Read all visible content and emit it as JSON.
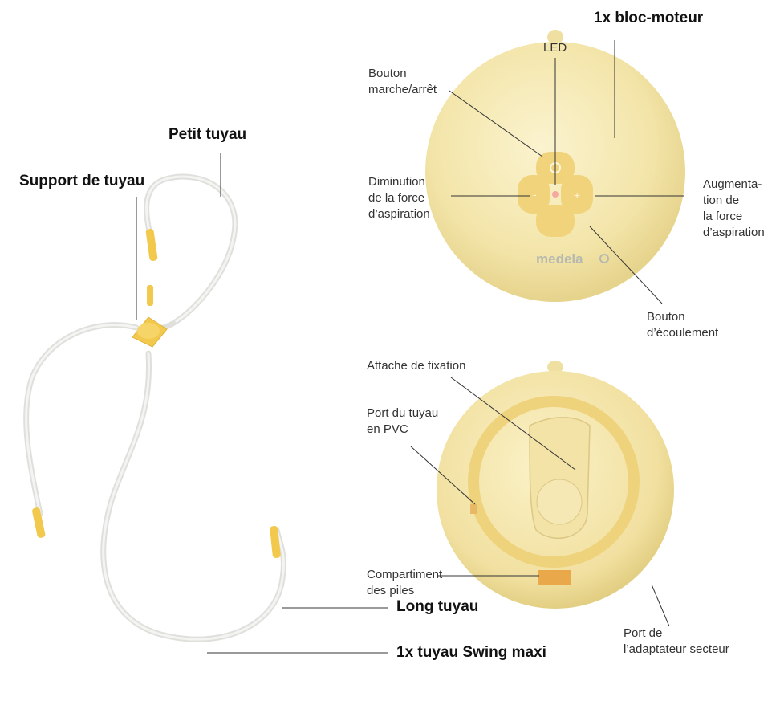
{
  "labels": {
    "motor_title": "1x bloc-moteur",
    "petit_tuyau": "Petit tuyau",
    "support_tuyau": "Support de tuyau",
    "long_tuyau": "Long tuyau",
    "tuyau_swing": "1x tuyau Swing maxi",
    "led": "LED",
    "bouton_marche": "Bouton\nmarche/arrêt",
    "diminution": "Diminution\nde la force\nd’aspiration",
    "augmentation": "Augmenta-\ntion de\nla force\nd’aspiration",
    "bouton_ecoulement": "Bouton\nd’écoulement",
    "attache": "Attache de fixation",
    "port_pvc": "Port du tuyau\nen PVC",
    "compartiment": "Compartiment\ndes piles",
    "port_adaptateur": "Port de\nl’adaptateur secteur"
  },
  "logo": "medela"
}
